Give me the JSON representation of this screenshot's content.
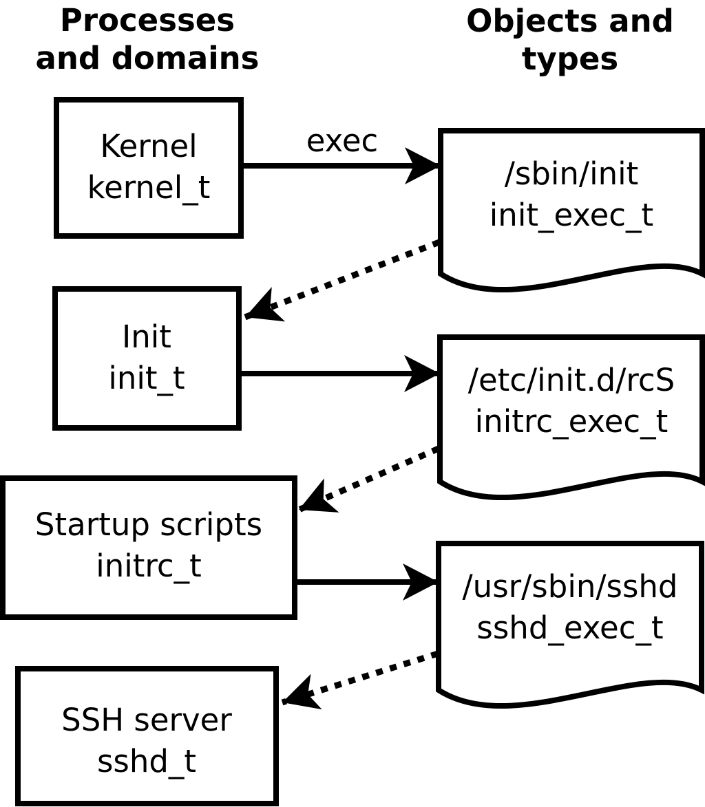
{
  "diagram": {
    "column_left_title_line1": "Processes",
    "column_left_title_line2": "and domains",
    "column_right_title_line1": "Objects and",
    "column_right_title_line2": "types",
    "exec_label": "exec"
  },
  "process_nodes": [
    {
      "label": "Kernel",
      "domain": "kernel_t"
    },
    {
      "label": "Init",
      "domain": "init_t"
    },
    {
      "label": "Startup scripts",
      "domain": "initrc_t"
    },
    {
      "label": "SSH server",
      "domain": "sshd_t"
    }
  ],
  "object_nodes": [
    {
      "path": "/sbin/init",
      "type": "init_exec_t"
    },
    {
      "path": "/etc/init.d/rcS",
      "type": "initrc_exec_t"
    },
    {
      "path": "/usr/sbin/sshd",
      "type": "sshd_exec_t"
    }
  ],
  "colors": {
    "foreground": "#000000",
    "background": "#ffffff"
  }
}
